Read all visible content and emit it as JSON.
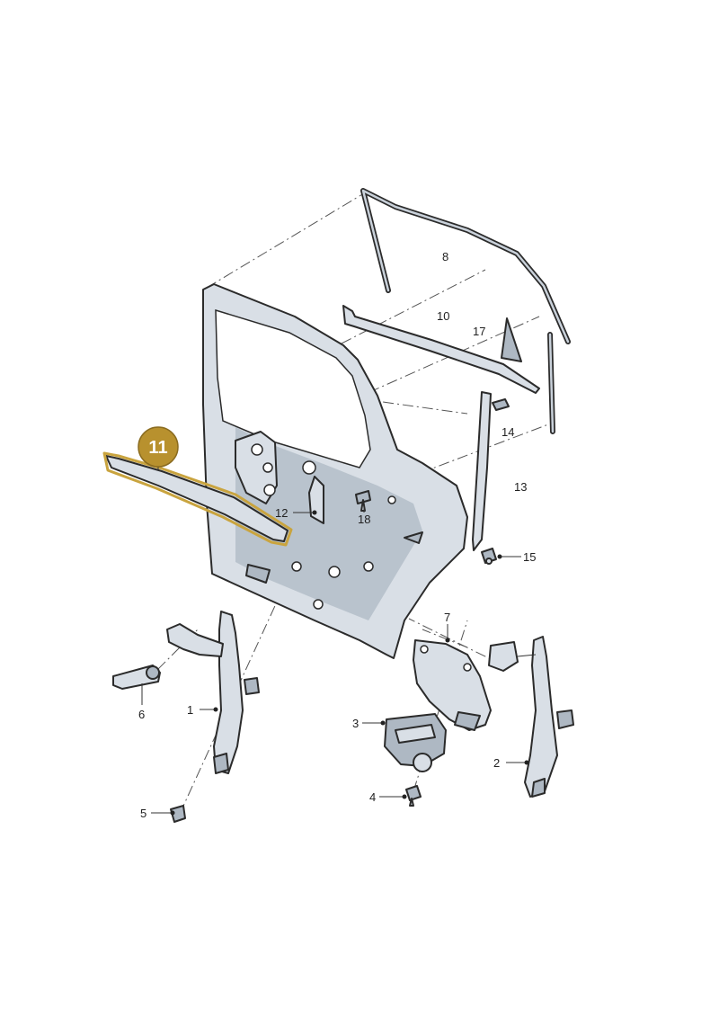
{
  "highlight": {
    "label": "11",
    "color": "#b8912e"
  },
  "callouts": [
    {
      "id": "1",
      "label": "1"
    },
    {
      "id": "2",
      "label": "2"
    },
    {
      "id": "3",
      "label": "3"
    },
    {
      "id": "4",
      "label": "4"
    },
    {
      "id": "5",
      "label": "5"
    },
    {
      "id": "6",
      "label": "6"
    },
    {
      "id": "7",
      "label": "7"
    },
    {
      "id": "8",
      "label": "8"
    },
    {
      "id": "10",
      "label": "10"
    },
    {
      "id": "12",
      "label": "12"
    },
    {
      "id": "13",
      "label": "13"
    },
    {
      "id": "14",
      "label": "14"
    },
    {
      "id": "15",
      "label": "15"
    },
    {
      "id": "17",
      "label": "17"
    },
    {
      "id": "18",
      "label": "18"
    }
  ]
}
